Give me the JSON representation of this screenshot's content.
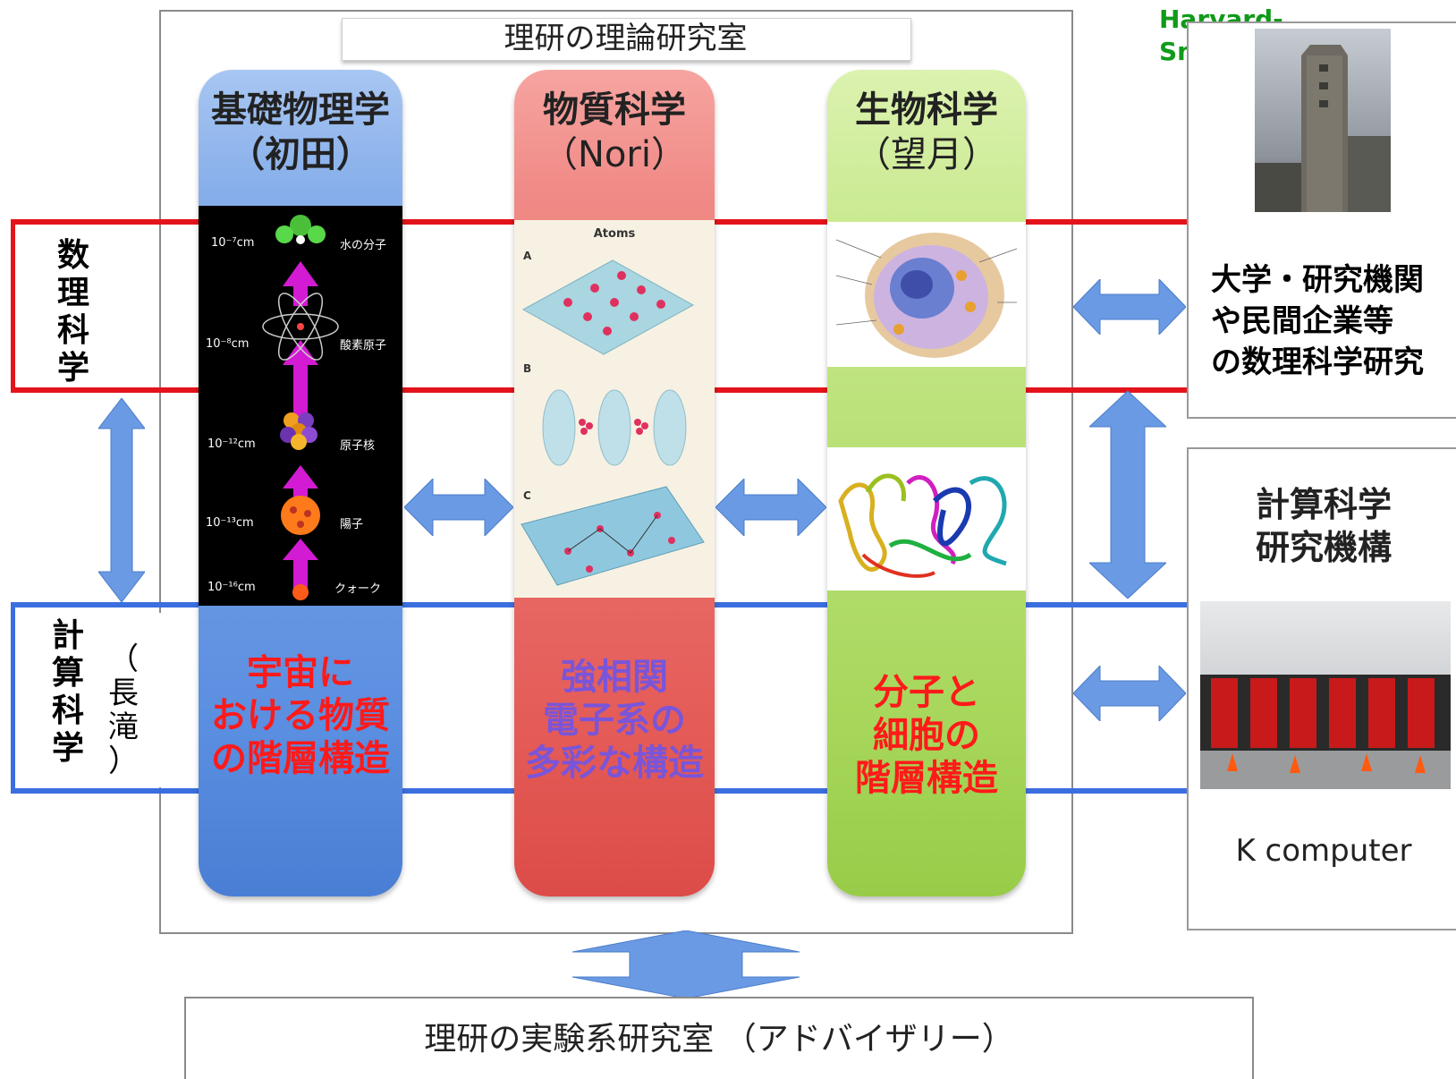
{
  "header": {
    "theory_lab": "理研の理論研究室",
    "harvard": "Harvard-Smithsonian"
  },
  "bands": {
    "math": "数理科学",
    "comp": "計算科学",
    "comp_person": "（長滝）"
  },
  "columns": [
    {
      "title1": "基礎物理学",
      "title2": "（初田）",
      "body": [
        "宇宙に",
        "おける物質",
        "の階層構造"
      ],
      "text_color": "#ff1a1a",
      "scale_items": [
        {
          "size": "10⁻⁷cm",
          "label": "水の分子"
        },
        {
          "size": "10⁻⁸cm",
          "label": "酸素原子"
        },
        {
          "size": "10⁻¹²cm",
          "label": "原子核"
        },
        {
          "size": "10⁻¹³cm",
          "label": "陽子"
        },
        {
          "size": "10⁻¹⁶cm",
          "label": "クォーク"
        }
      ]
    },
    {
      "title1": "物質科学",
      "title2": "（Nori）",
      "body": [
        "強相関",
        "電子系の",
        "多彩な構造"
      ],
      "text_color": "#7a55d9",
      "figure_title": "Atoms",
      "panel_labels": [
        "A",
        "B",
        "C"
      ]
    },
    {
      "title1": "生物科学",
      "title2": "（望月）",
      "body": [
        "分子と",
        "細胞の",
        "階層構造"
      ],
      "text_color": "#ff1a1a"
    }
  ],
  "right": {
    "univ": [
      "大学・研究機関",
      "や民間企業等",
      "の数理科学研究"
    ],
    "ccs": [
      "計算科学",
      "研究機構"
    ],
    "kcomputer": "K computer"
  },
  "bottom": {
    "experimental": "理研の実験系研究室 （アドバイザリー）"
  },
  "colors": {
    "math_band": "#e3141b",
    "comp_band": "#3b6fe0",
    "arrow": "#5b8fde",
    "physics_col": "#4f86d8",
    "matter_col": "#e55a55",
    "bio_col": "#a6d65a"
  }
}
